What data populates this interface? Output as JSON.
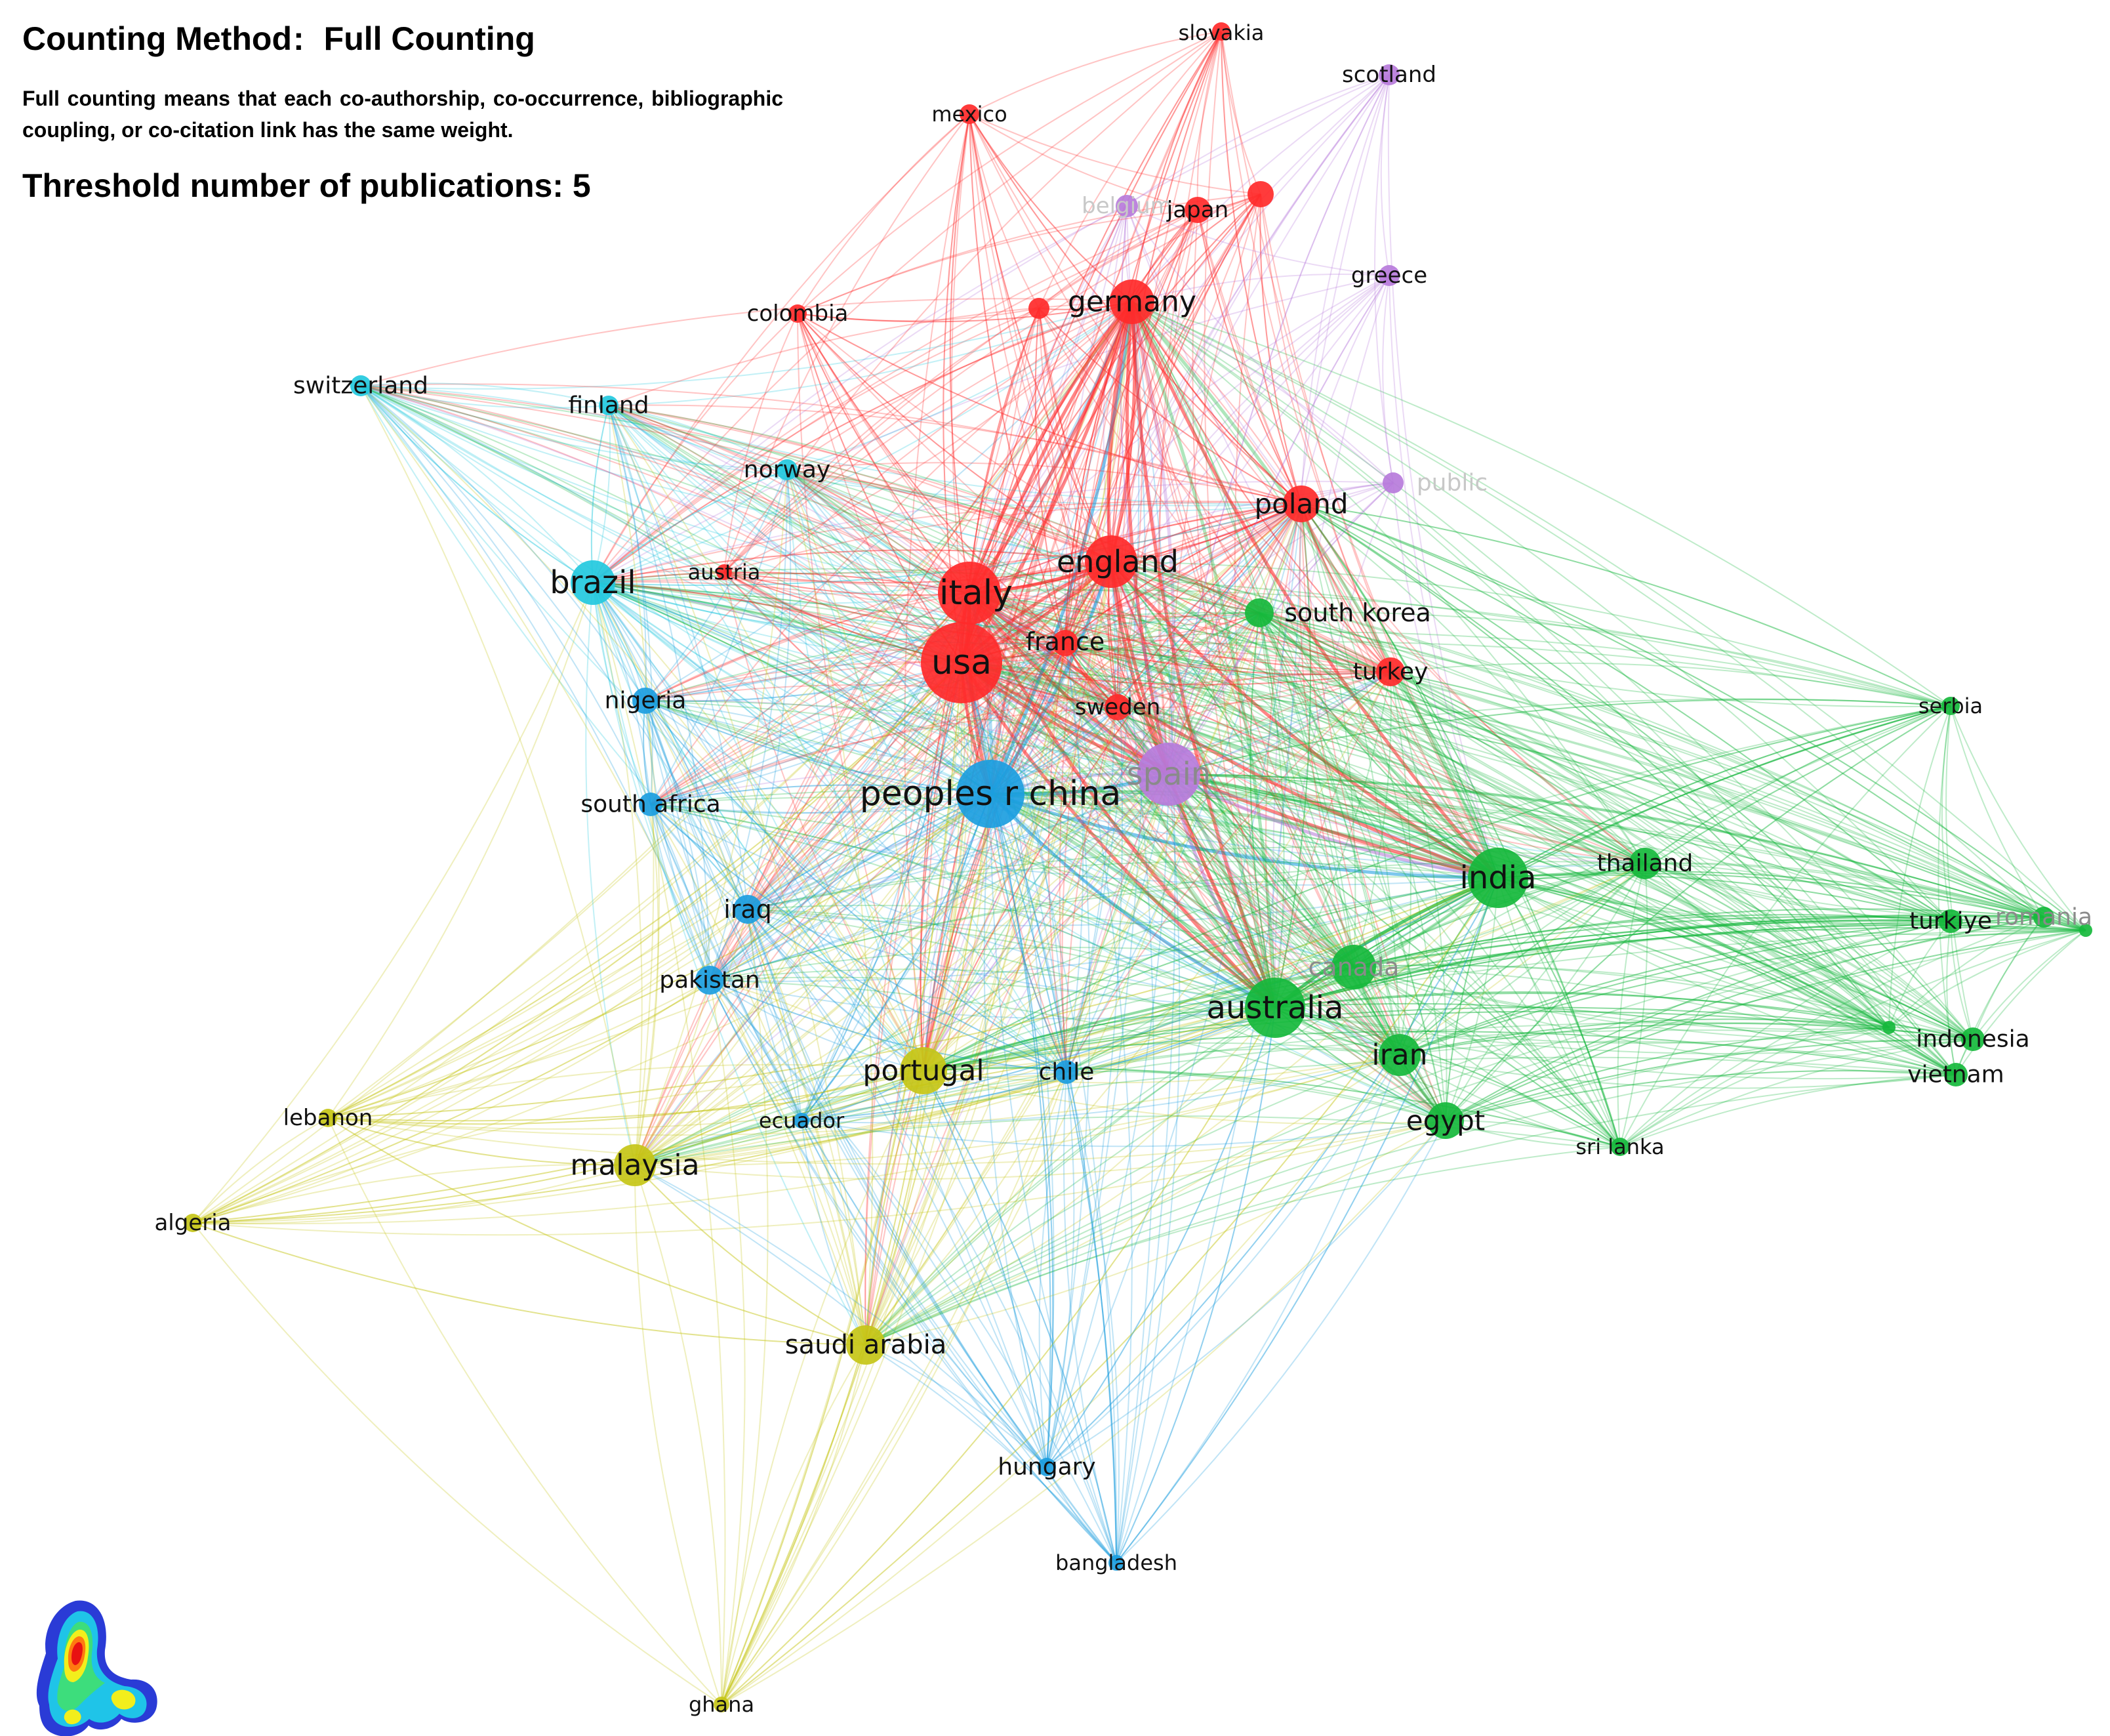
{
  "header": {
    "counting_label": "Counting Method",
    "counting_separator": ":",
    "counting_value": "Full Counting",
    "description": "Full counting means that each co-authorship, co-occurrence, bibliographic coupling, or co-citation link has the same weight.",
    "threshold": "Threshold number of publications: 5"
  },
  "cluster_colors": {
    "red": "#ff2a2a",
    "green": "#16b83c",
    "blue": "#1c9ee0",
    "yellow": "#c6c617",
    "purple": "#b77bdb",
    "cyan": "#23c9de"
  },
  "density_icon": "density-heatmap-icon",
  "network": {
    "nodes": [
      {
        "id": "slovakia",
        "label": "slovakia",
        "cluster": "red"
      },
      {
        "id": "scotland",
        "label": "scotland",
        "cluster": "purple"
      },
      {
        "id": "mexico",
        "label": "mexico",
        "cluster": "red"
      },
      {
        "id": "belgium",
        "label": "belgium",
        "cluster": "purple"
      },
      {
        "id": "japan",
        "label": "japan",
        "cluster": "red"
      },
      {
        "id": "unlabeled-red-top",
        "label": "",
        "cluster": "red"
      },
      {
        "id": "greece",
        "label": "greece",
        "cluster": "purple"
      },
      {
        "id": "colombia",
        "label": "colombia",
        "cluster": "red"
      },
      {
        "id": "unlabeled-red-mid",
        "label": "",
        "cluster": "red"
      },
      {
        "id": "germany",
        "label": "germany",
        "cluster": "red"
      },
      {
        "id": "switzerland",
        "label": "switzerland",
        "cluster": "cyan"
      },
      {
        "id": "finland",
        "label": "finland",
        "cluster": "cyan"
      },
      {
        "id": "norway",
        "label": "norway",
        "cluster": "cyan"
      },
      {
        "id": "czech-republic",
        "label": "public",
        "cluster": "purple"
      },
      {
        "id": "poland",
        "label": "poland",
        "cluster": "red"
      },
      {
        "id": "brazil",
        "label": "brazil",
        "cluster": "cyan"
      },
      {
        "id": "austria",
        "label": "austria",
        "cluster": "red"
      },
      {
        "id": "italy",
        "label": "italy",
        "cluster": "red"
      },
      {
        "id": "england",
        "label": "england",
        "cluster": "red"
      },
      {
        "id": "south-korea",
        "label": "south korea",
        "cluster": "green"
      },
      {
        "id": "france",
        "label": "france",
        "cluster": "red"
      },
      {
        "id": "usa",
        "label": "usa",
        "cluster": "red"
      },
      {
        "id": "turkey",
        "label": "turkey",
        "cluster": "red"
      },
      {
        "id": "nigeria",
        "label": "nigeria",
        "cluster": "blue"
      },
      {
        "id": "sweden",
        "label": "sweden",
        "cluster": "red"
      },
      {
        "id": "serbia",
        "label": "serbia",
        "cluster": "green"
      },
      {
        "id": "spain",
        "label": "spain",
        "cluster": "purple"
      },
      {
        "id": "peoples-r-china",
        "label": "peoples r china",
        "cluster": "blue"
      },
      {
        "id": "south-africa",
        "label": "south africa",
        "cluster": "blue"
      },
      {
        "id": "india",
        "label": "india",
        "cluster": "green"
      },
      {
        "id": "thailand",
        "label": "thailand",
        "cluster": "green"
      },
      {
        "id": "iraq",
        "label": "iraq",
        "cluster": "blue"
      },
      {
        "id": "turkiye",
        "label": "turkiye",
        "cluster": "green"
      },
      {
        "id": "romania",
        "label": "romania",
        "cluster": "green"
      },
      {
        "id": "unlabeled-green-right",
        "label": "",
        "cluster": "green"
      },
      {
        "id": "canada",
        "label": "canada",
        "cluster": "green"
      },
      {
        "id": "pakistan",
        "label": "pakistan",
        "cluster": "blue"
      },
      {
        "id": "australia",
        "label": "australia",
        "cluster": "green"
      },
      {
        "id": "indonesia",
        "label": "indonesia",
        "cluster": "green"
      },
      {
        "id": "unlabeled-green-east",
        "label": "",
        "cluster": "green"
      },
      {
        "id": "iran",
        "label": "iran",
        "cluster": "green"
      },
      {
        "id": "portugal",
        "label": "portugal",
        "cluster": "yellow"
      },
      {
        "id": "chile",
        "label": "chile",
        "cluster": "blue"
      },
      {
        "id": "vietnam",
        "label": "vietnam",
        "cluster": "green"
      },
      {
        "id": "lebanon",
        "label": "lebanon",
        "cluster": "yellow"
      },
      {
        "id": "ecuador",
        "label": "ecuador",
        "cluster": "blue"
      },
      {
        "id": "egypt",
        "label": "egypt",
        "cluster": "green"
      },
      {
        "id": "sri-lanka",
        "label": "sri lanka",
        "cluster": "green"
      },
      {
        "id": "malaysia",
        "label": "malaysia",
        "cluster": "yellow"
      },
      {
        "id": "algeria",
        "label": "algeria",
        "cluster": "yellow"
      },
      {
        "id": "saudi-arabia",
        "label": "saudi arabia",
        "cluster": "yellow"
      },
      {
        "id": "hungary",
        "label": "hungary",
        "cluster": "blue"
      },
      {
        "id": "bangladesh",
        "label": "bangladesh",
        "cluster": "blue"
      },
      {
        "id": "ghana",
        "label": "ghana",
        "cluster": "yellow"
      }
    ]
  }
}
